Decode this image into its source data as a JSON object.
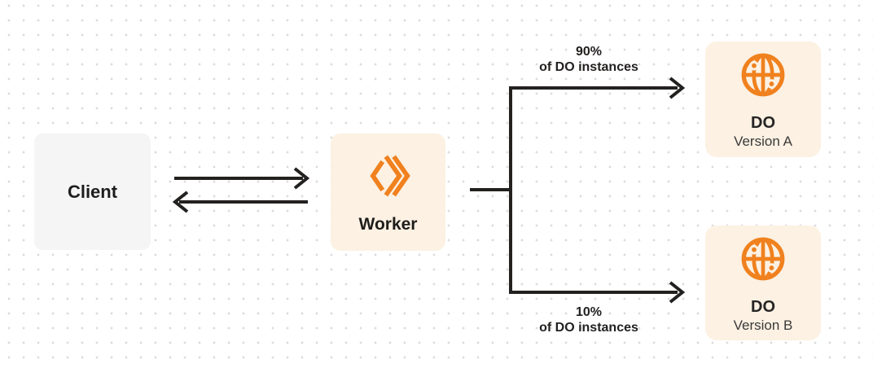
{
  "colors": {
    "accent_orange": "#F0811E",
    "peach_box_bg": "#FCF1E3",
    "gray_box_bg": "#F5F5F6",
    "line_dark": "#232120",
    "text_primary": "#1E1D1B",
    "text_secondary": "#3A3A3A",
    "dot_grid": "#DCDCDC",
    "background": "#FFFFFF"
  },
  "nodes": {
    "client": {
      "label": "Client"
    },
    "worker": {
      "label": "Worker",
      "icon": "workers-chevrons-icon"
    },
    "do_version_a": {
      "title": "DO",
      "subtitle": "Version A",
      "icon": "globe-icon"
    },
    "do_version_b": {
      "title": "DO",
      "subtitle": "Version B",
      "icon": "globe-icon"
    }
  },
  "edges": {
    "client_worker": {
      "style": "bidirectional-arrows"
    },
    "top_branch": {
      "percent": "90%",
      "caption": "of DO instances"
    },
    "bottom_branch": {
      "percent": "10%",
      "caption": "of DO instances"
    }
  }
}
